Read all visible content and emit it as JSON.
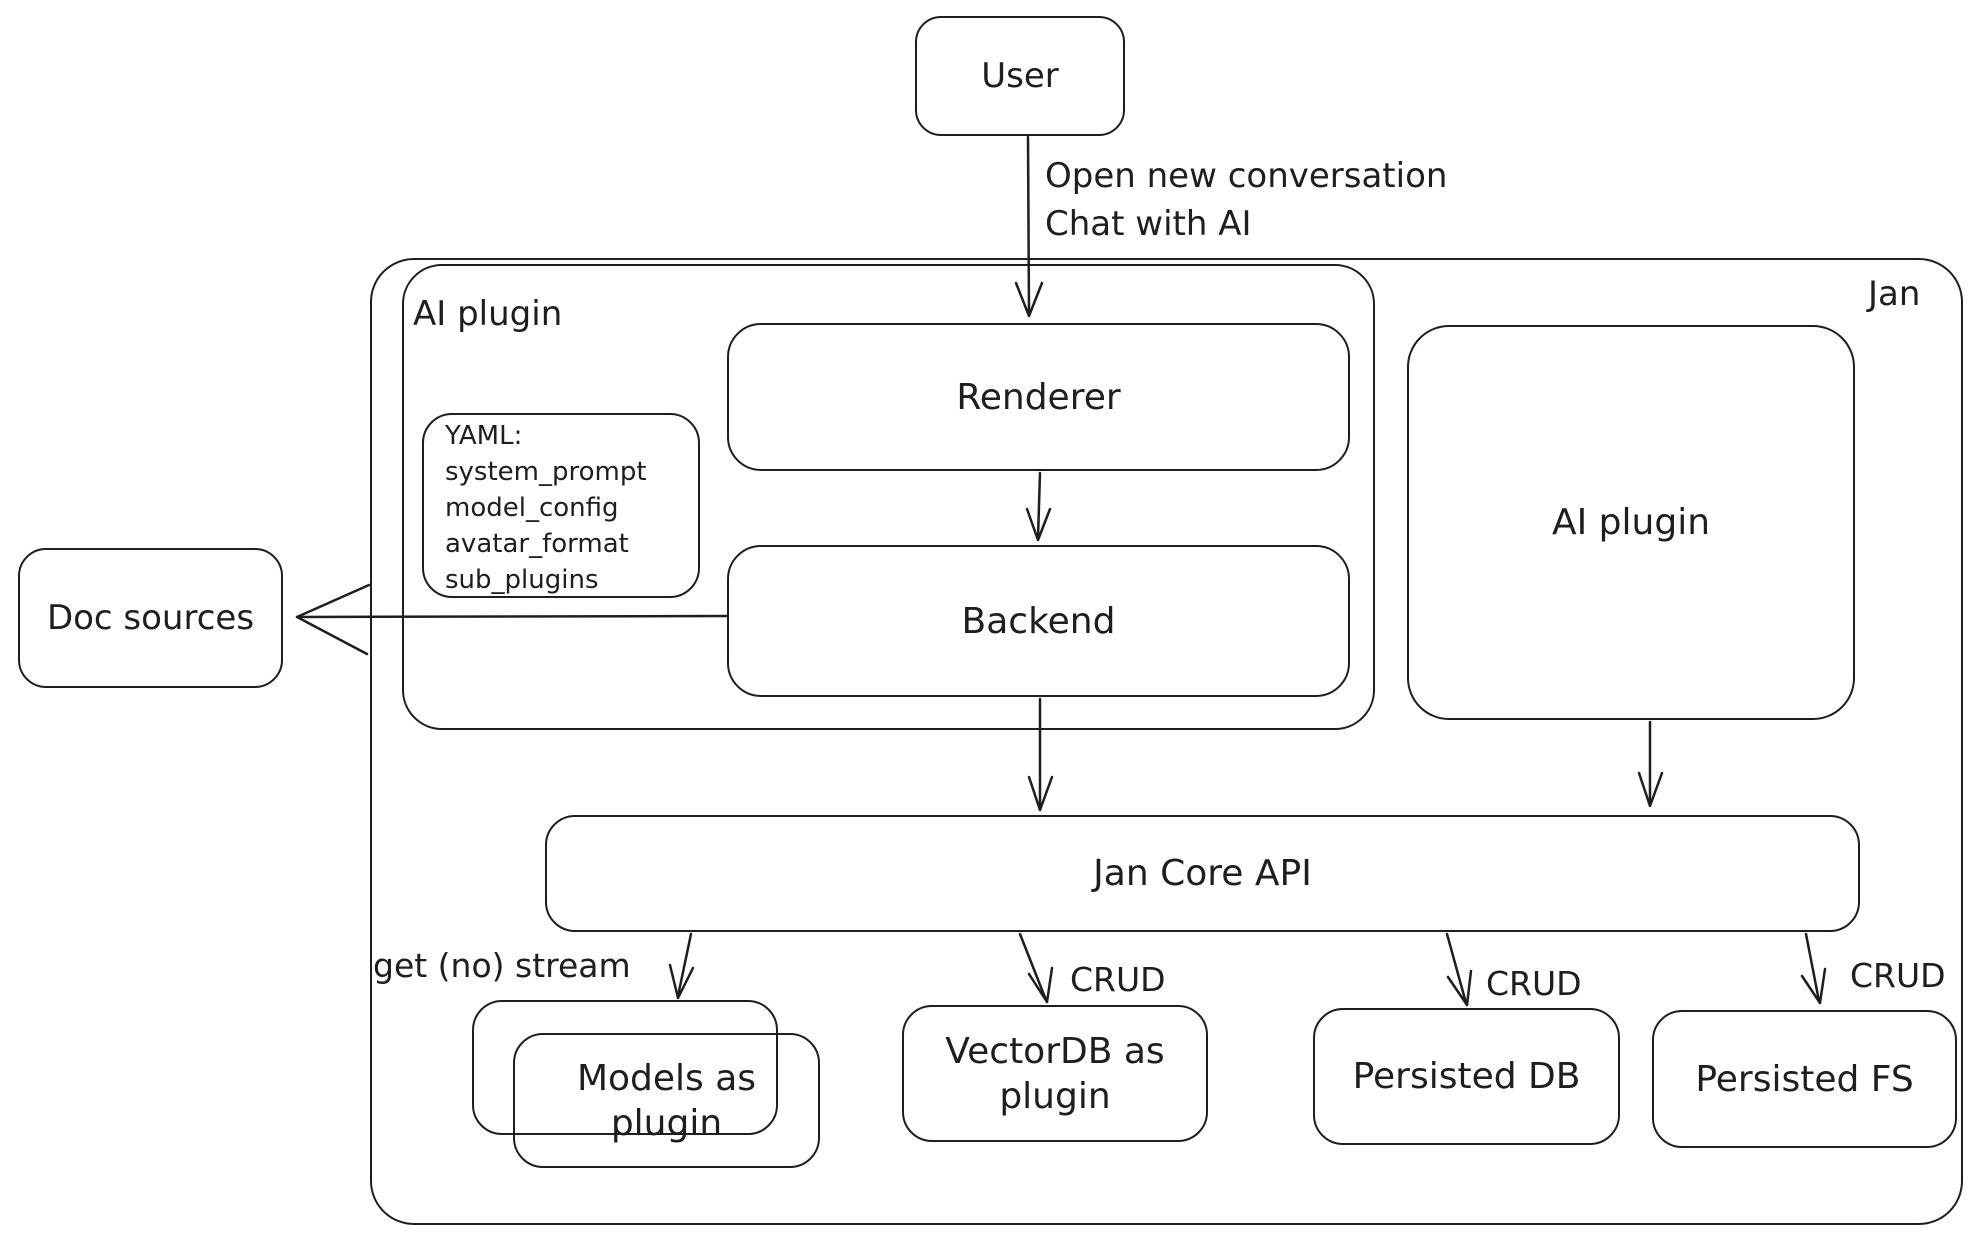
{
  "diagram": {
    "colors": {
      "stroke": "#1e1e1e",
      "background": "#ffffff"
    },
    "nodes": {
      "user": {
        "label": "User"
      },
      "jan_container": {
        "label": "Jan"
      },
      "ai_plugin_group": {
        "label": "AI plugin"
      },
      "renderer": {
        "label": "Renderer"
      },
      "yaml_note": {
        "lines": [
          "YAML:",
          "system_prompt",
          "model_config",
          "avatar_format",
          "sub_plugins"
        ]
      },
      "backend": {
        "label": "Backend"
      },
      "doc_sources": {
        "label": "Doc sources"
      },
      "ai_plugin_box": {
        "label": "AI plugin"
      },
      "jan_core_api": {
        "label": "Jan Core API"
      },
      "models_plugin": {
        "line1": "Models as",
        "line2": "plugin"
      },
      "vectordb_plugin": {
        "line1": "VectorDB as",
        "line2": "plugin"
      },
      "persisted_db": {
        "label": "Persisted DB"
      },
      "persisted_fs": {
        "label": "Persisted FS"
      }
    },
    "edge_labels": {
      "user_flow": {
        "line1": "Open new conversation",
        "line2": "Chat with AI"
      },
      "get_stream": {
        "label": "get (no) stream"
      },
      "crud_vectordb": {
        "label": "CRUD"
      },
      "crud_persisted_db": {
        "label": "CRUD"
      },
      "crud_persisted_fs": {
        "label": "CRUD"
      }
    }
  }
}
